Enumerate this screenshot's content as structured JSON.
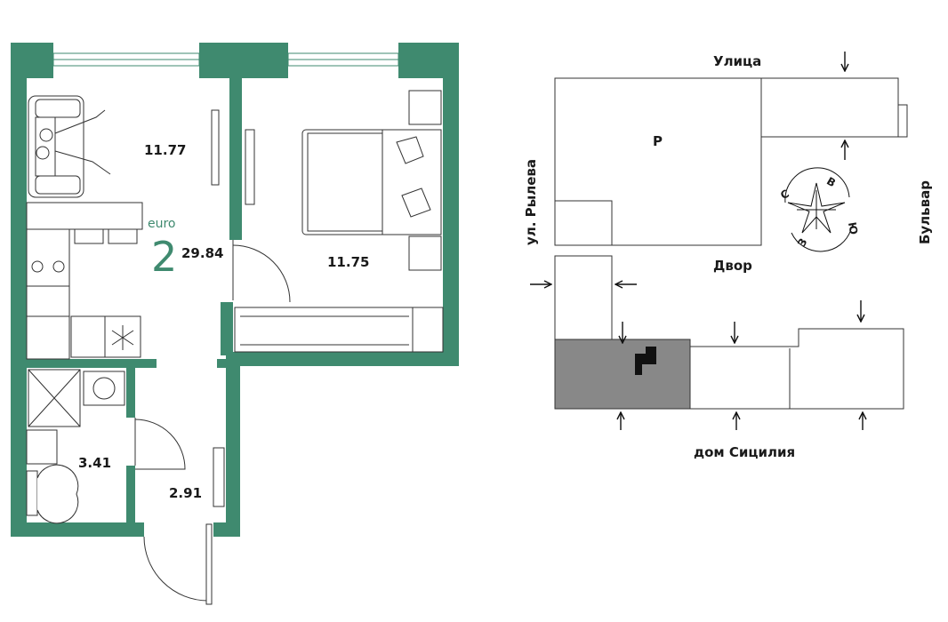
{
  "apartment": {
    "type_label": "euro",
    "rooms": "2",
    "total_area": "29.84",
    "colors": {
      "wall": "#3f8a6f",
      "highlight": "#888888"
    }
  },
  "rooms": {
    "living": "11.77",
    "bedroom": "11.75",
    "bathroom": "3.41",
    "hall": "2.91"
  },
  "site_plan": {
    "parking_label": "Р",
    "yard_label": "Двор",
    "streets": {
      "top": "Улица",
      "left": "ул. Рылева",
      "right": "Бульвар",
      "bottom": "дом Сицилия"
    },
    "compass": {
      "north": "С",
      "east": "В",
      "south": "Ю",
      "west": "З"
    }
  }
}
